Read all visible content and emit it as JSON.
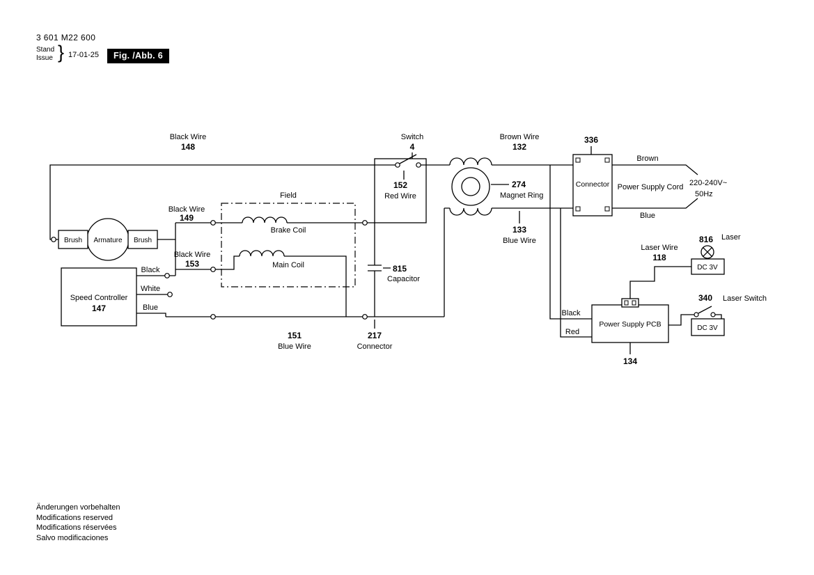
{
  "header": {
    "part_number": "3 601 M22 600",
    "stand_label": "Stand",
    "issue_label": "Issue",
    "brace": "}",
    "date": "17-01-25",
    "figure_badge": "Fig. /Abb. 6"
  },
  "diagram": {
    "wire_148": {
      "name": "Black Wire",
      "num": "148"
    },
    "switch_4": {
      "name": "Switch",
      "num": "4"
    },
    "wire_132": {
      "name": "Brown Wire",
      "num": "132"
    },
    "connector_336": {
      "num": "336",
      "label": "Connector"
    },
    "cord": {
      "brown": "Brown",
      "blue": "Blue",
      "label": "Power Supply Cord",
      "voltage": "220-240V~",
      "frequency": "50Hz"
    },
    "switch_152": {
      "num": "152",
      "name": "Red Wire"
    },
    "magnet_ring_274": {
      "num": "274",
      "name": "Magnet Ring"
    },
    "wire_133": {
      "num": "133",
      "name": "Blue Wire"
    },
    "field": {
      "label": "Field",
      "brake_coil": "Brake Coil",
      "main_coil": "Main Coil"
    },
    "wire_149": {
      "name": "Black Wire",
      "num": "149"
    },
    "wire_153": {
      "name": "Black Wire",
      "num": "153"
    },
    "motor": {
      "brush_left": "Brush",
      "armature": "Armature",
      "brush_right": "Brush"
    },
    "speed_controller": {
      "name": "Speed Controller",
      "num": "147",
      "wire_black": "Black",
      "wire_white": "White",
      "wire_blue": "Blue"
    },
    "capacitor_815": {
      "num": "815",
      "name": "Capacitor"
    },
    "wire_151": {
      "num": "151",
      "name": "Blue Wire"
    },
    "connector_217": {
      "num": "217",
      "name": "Connector"
    },
    "laser_wire_118": {
      "name": "Laser Wire",
      "num": "118"
    },
    "laser_816": {
      "num": "816",
      "name": "Laser",
      "supply": "DC 3V"
    },
    "laser_switch_340": {
      "num": "340",
      "name": "Laser Switch",
      "supply": "DC 3V"
    },
    "pcb_134": {
      "name": "Power Supply PCB",
      "num": "134",
      "wire_black": "Black",
      "wire_red": "Red"
    }
  },
  "footer": {
    "lines": [
      "Änderungen vorbehalten",
      "Modifications reserved",
      "Modifications réservées",
      "Salvo modificaciones"
    ]
  }
}
